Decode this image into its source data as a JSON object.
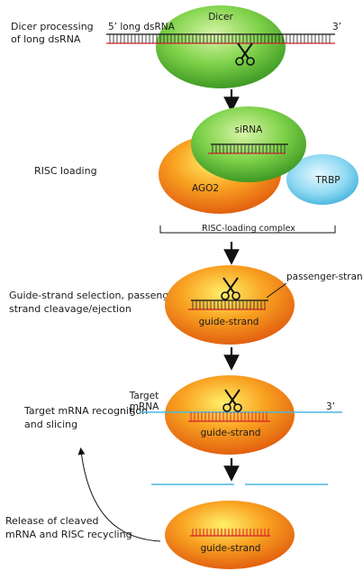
{
  "steps": {
    "dicer_line1": "Dicer processing",
    "dicer_line2": "of long dsRNA",
    "risc_loading": "RISC loading",
    "guide_line1": "Guide-strand selection, passenger-",
    "guide_line2": "strand cleavage/ejection",
    "target_line1": "Target mRNA recognition",
    "target_line2": "and slicing",
    "release_line1": "Release of cleaved",
    "release_line2": "mRNA and RISC recycling"
  },
  "labels": {
    "dicer": "Dicer",
    "five_prime_long": "5’ long dsRNA",
    "three_prime": "3’",
    "five_prime": "5’",
    "sirna": "siRNA",
    "ago2": "AGO2",
    "trbp": "TRBP",
    "risc_complex": "RISC-loading complex",
    "passenger_strand": "passenger-strand",
    "guide_strand": "guide-strand",
    "target": "Target",
    "mrna": "mRNA"
  },
  "colors": {
    "dicer_green": "#5fbf3a",
    "ago2_orange": "#f08a1c",
    "trbp_blue": "#5fc3e6",
    "guide_red": "#d6202b",
    "passenger_black": "#111111",
    "mrna_blue": "#4ab6e0"
  }
}
